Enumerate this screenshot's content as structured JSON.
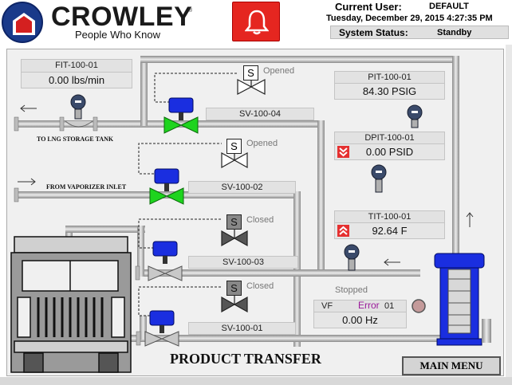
{
  "header": {
    "brand": "CROWLEY",
    "brand_mark": "®",
    "tagline": "People Who Know",
    "current_user_label": "Current User:",
    "current_user": "DEFAULT",
    "datetime": "Tuesday, December 29, 2015  4:27:35 PM",
    "system_status_label": "System Status:",
    "system_status": "Standby"
  },
  "instruments": {
    "fit": {
      "tag": "FIT-100-01",
      "value": "0.00 lbs/min"
    },
    "pit": {
      "tag": "PIT-100-01",
      "value": "84.30 PSIG"
    },
    "dpit": {
      "tag": "DPIT-100-01",
      "value": "0.00 PSID"
    },
    "tit": {
      "tag": "TIT-100-01",
      "value": "92.64 F"
    },
    "vfd": {
      "tag": "VF",
      "tag_suffix": "01",
      "value": "0.00 Hz",
      "state": "Stopped",
      "error": "Error"
    }
  },
  "valves": {
    "sv4": {
      "tag": "SV-100-04",
      "state": "Opened",
      "s": "S"
    },
    "sv2": {
      "tag": "SV-100-02",
      "state": "Opened",
      "s": "S"
    },
    "sv3": {
      "tag": "SV-100-03",
      "state": "Closed",
      "s": "S"
    },
    "sv1": {
      "tag": "SV-100-01",
      "state": "Closed",
      "s": "S"
    }
  },
  "labels": {
    "to_tank": "TO LNG STORAGE TANK",
    "from_vaporizer": "FROM VAPORIZER INLET",
    "title": "PRODUCT TRANSFER",
    "main_menu": "MAIN MENU"
  },
  "colors": {
    "alarm": "#e52620",
    "valve_open": "#1ed41e",
    "valve_closed": "#b8b8b8",
    "actuator": "#1a2ee0",
    "pipe": "#d2d2d2",
    "pipe_edge": "#7a7a7a"
  }
}
